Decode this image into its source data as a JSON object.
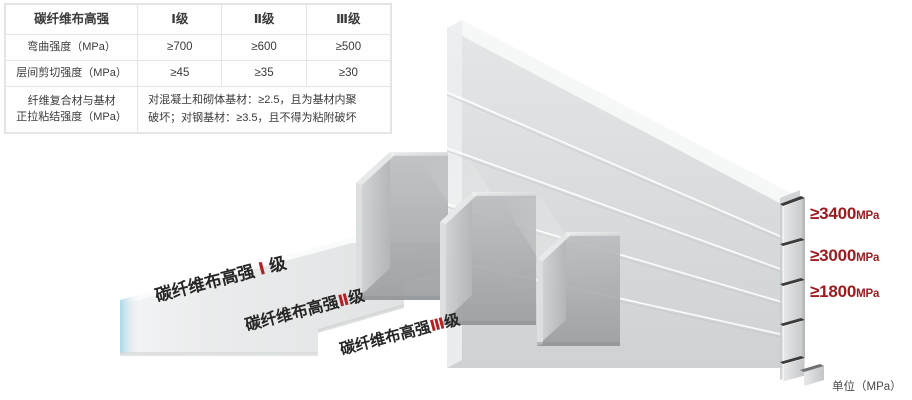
{
  "table": {
    "header": [
      "碳纤维布高强",
      "Ⅰ级",
      "Ⅱ级",
      "Ⅲ级"
    ],
    "rows": [
      {
        "label": "弯曲强度（MPa）",
        "values": [
          "≥700",
          "≥600",
          "≥500"
        ]
      },
      {
        "label": "层间剪切强度（MPa）",
        "values": [
          "≥45",
          "≥35",
          "≥30"
        ]
      }
    ],
    "merged_row": {
      "label_line1": "纤维复合材与基材",
      "label_line2": "正拉粘结强度（MPa）",
      "text_line1": "对混凝土和砌体基材：≥2.5，且为基材内聚",
      "text_line2": "破坏；对钢基材：≥3.5，且不得为粘附破坏"
    }
  },
  "diagram": {
    "ribbons": [
      {
        "prefix": "碳纤维布高强 ",
        "grade": "Ⅰ",
        "suffix": " 级"
      },
      {
        "prefix": "碳纤维布高强",
        "grade": "Ⅱ",
        "suffix": "级"
      },
      {
        "prefix": "碳纤维布高强",
        "grade": "Ⅲ",
        "suffix": "级"
      }
    ],
    "scale_labels": [
      {
        "value": "≥3400",
        "unit": "MPa"
      },
      {
        "value": "≥3000",
        "unit": "MPa"
      },
      {
        "value": "≥1800",
        "unit": "MPa"
      }
    ],
    "unit_note": "单位（MPa）",
    "colors": {
      "accent_red": "#9e1c20",
      "grade_red": "#b52025",
      "block_grey": "#b9bbbd",
      "wall_grey": "#d3d5d6",
      "ground_grey": "#e7e8e9",
      "edge_blue": "#a8d8e8"
    }
  }
}
